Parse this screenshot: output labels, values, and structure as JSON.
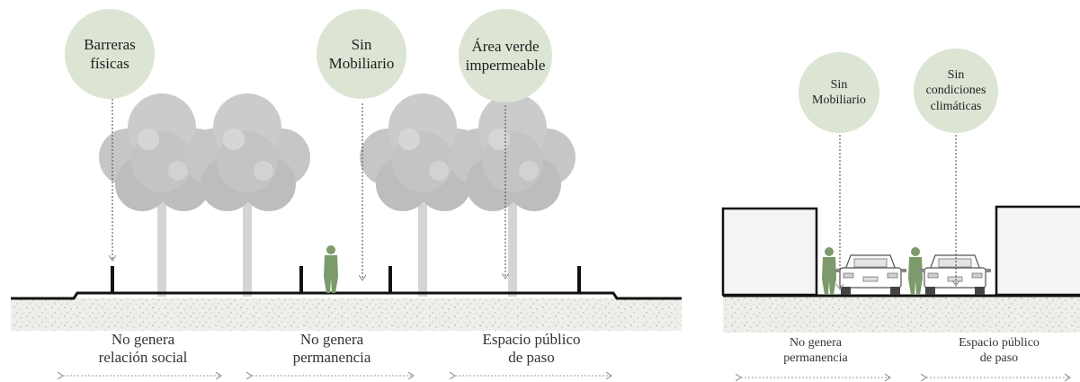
{
  "colors": {
    "bubble": "#dce5d4",
    "tree": "#c2c2c2",
    "trunk": "#d4d4d4",
    "person": "#7c9a6a",
    "ground": "#eeeeea",
    "line": "#111111"
  },
  "left_section": {
    "labels": [
      {
        "text": "Barreras\nfísicas",
        "icon": "barrier"
      },
      {
        "text": "Sin\nMobiliario",
        "icon": "no-furniture"
      },
      {
        "text": "Área verde\nimpermeable",
        "icon": "impermeable-green"
      }
    ],
    "captions": [
      {
        "text": "No genera\nrelación social"
      },
      {
        "text": "No genera\npermanencia"
      },
      {
        "text": "Espacio público\nde paso"
      }
    ]
  },
  "right_section": {
    "labels": [
      {
        "text": "Sin\nMobiliario",
        "icon": "no-furniture"
      },
      {
        "text": "Sin\ncondiciones\nclimáticas",
        "icon": "no-climate"
      }
    ],
    "captions": [
      {
        "text": "No genera\npermanencia"
      },
      {
        "text": "Espacio público\nde paso"
      }
    ]
  }
}
